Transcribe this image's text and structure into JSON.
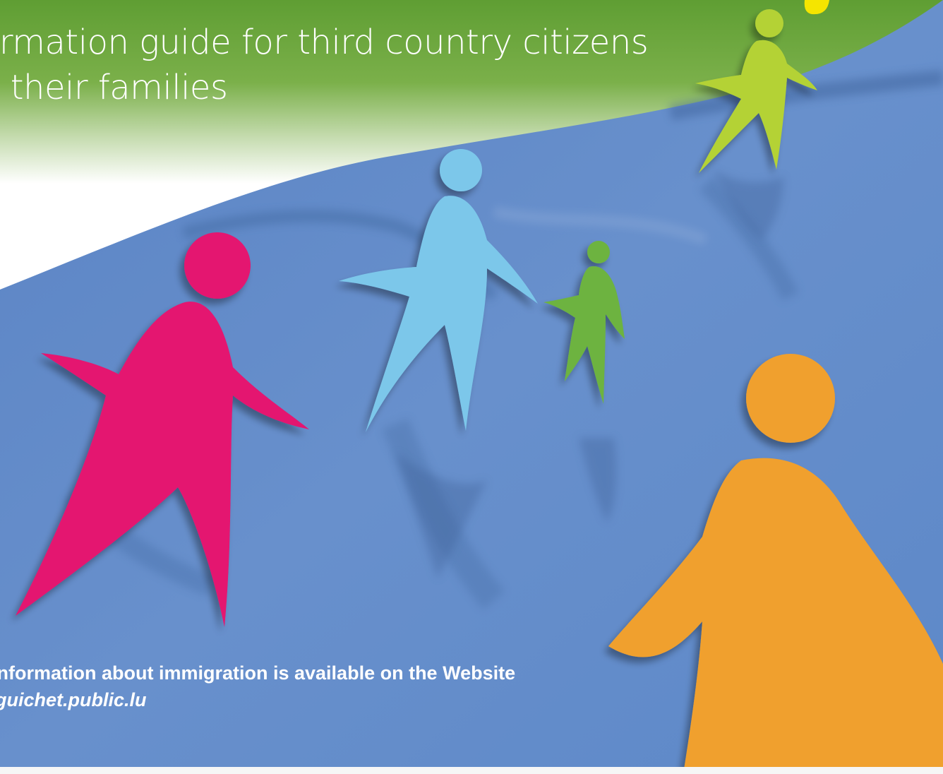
{
  "header": {
    "subtitle_line1": "ormation guide for third country citizens",
    "subtitle_line2": "d their families"
  },
  "footer": {
    "info_line": "information about immigration is available on the Website",
    "url": "v.guichet.public.lu"
  },
  "colors": {
    "green_band": "#6aa43a",
    "flag_blue": "#5f86c6",
    "figure_magenta": "#e4136f",
    "figure_light_blue": "#7cc7ea",
    "figure_green": "#6db33f",
    "figure_lime": "#b4d234",
    "figure_orange": "#f0a02d",
    "title_yellow": "#f5e500"
  },
  "figures": [
    {
      "name": "magenta-person-icon"
    },
    {
      "name": "light-blue-person-icon"
    },
    {
      "name": "small-green-person-icon"
    },
    {
      "name": "lime-person-icon"
    },
    {
      "name": "orange-person-icon"
    }
  ]
}
